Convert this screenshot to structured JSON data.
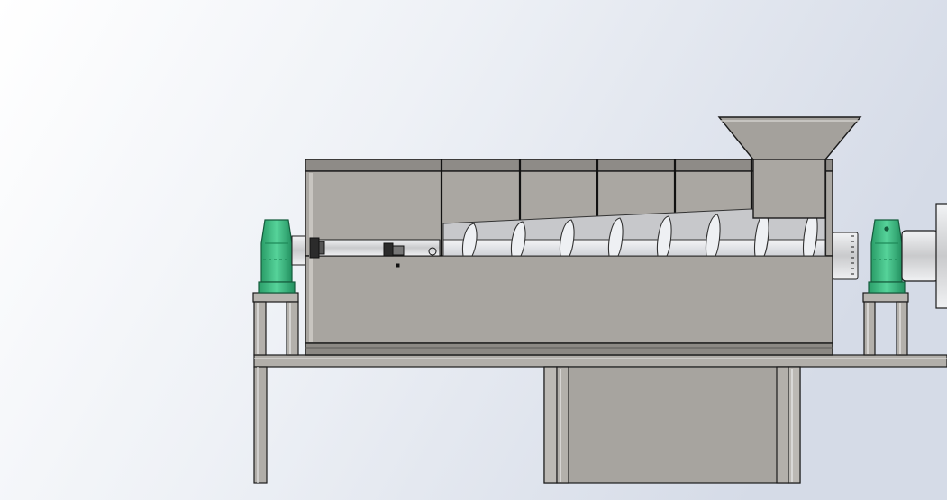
{
  "scene": {
    "kind": "cad-model-view",
    "subject": "screw-press-machine",
    "background_colors": [
      "#ffffff",
      "#dde3ee"
    ],
    "colors": {
      "body": "#a9a6a1",
      "body_light": "#bdbab5",
      "edge": "#1b1b1b",
      "bearing": "#3fbd84",
      "bearing_dark": "#1f8a5a",
      "screw": "#e4e6ea",
      "shaft": "#d9dadd"
    },
    "screw_flight_count": 8
  }
}
